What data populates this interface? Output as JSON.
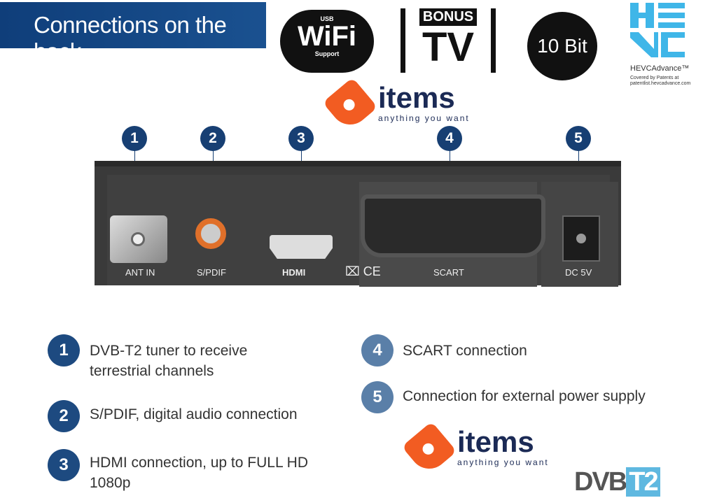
{
  "header": {
    "title": "Connections on the back"
  },
  "badges": {
    "wifi": {
      "top": "USB",
      "main": "WiFi",
      "bottom": "Support"
    },
    "bonus_tv": {
      "top": "BONUS",
      "main": "TV"
    },
    "ten_bit": "10 Bit",
    "hevc": {
      "logo": "HEVC",
      "advance": "HEVCAdvance™",
      "note": "Covered by Patents at patentlist.hevcadvance.com"
    }
  },
  "device": {
    "port_labels": [
      "ANT IN",
      "S/PDIF",
      "HDMI",
      "SCART",
      "DC 5V"
    ],
    "callouts": [
      "1",
      "2",
      "3",
      "4",
      "5"
    ],
    "marks": "⌧ CE"
  },
  "features": [
    {
      "num": "1",
      "text": "DVB-T2 tuner to receive terrestrial channels"
    },
    {
      "num": "2",
      "text": "S/PDIF, digital audio connection"
    },
    {
      "num": "3",
      "text": "HDMI connection, up to FULL HD 1080p"
    },
    {
      "num": "4",
      "text": "SCART connection"
    },
    {
      "num": "5",
      "text": "Connection for external power supply"
    }
  ],
  "watermark": {
    "brand": "items",
    "slogan": "anything you want",
    "color": "#f25c22"
  },
  "footer_logo": {
    "left": "DVB",
    "right": "T2"
  },
  "colors": {
    "navy": "#173f73",
    "banner": "#1a5190",
    "hevc": "#3fb6e8"
  }
}
